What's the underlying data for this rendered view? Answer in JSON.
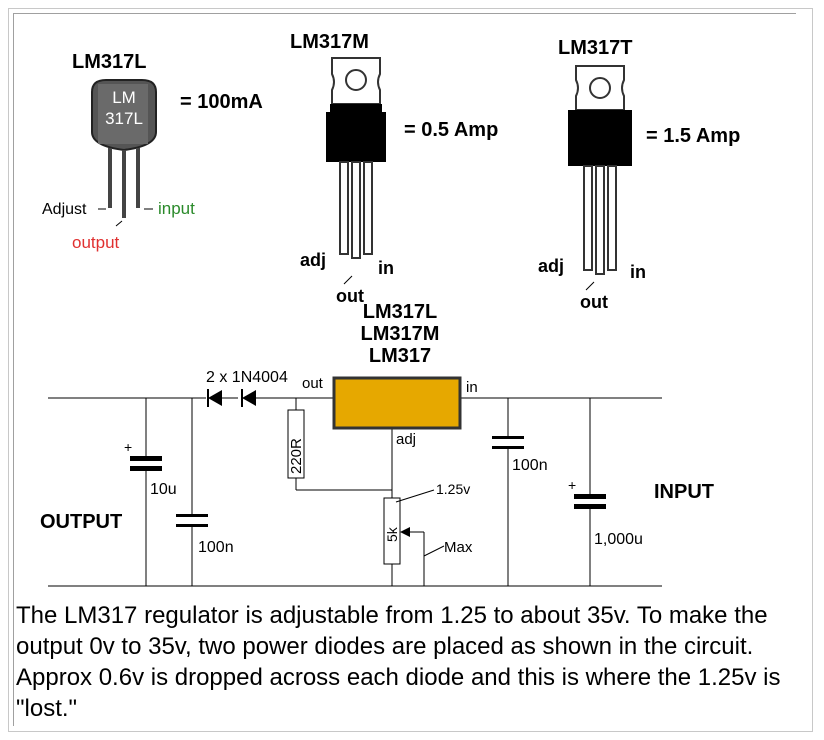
{
  "packages": {
    "lm317l": {
      "title": "LM317L",
      "body_line1": "LM",
      "body_line2": "317L",
      "rating": "= 100mA",
      "pin_adjust": "Adjust",
      "pin_input": "input",
      "pin_output": "output"
    },
    "lm317m": {
      "title": "LM317M",
      "rating": "= 0.5 Amp",
      "pin_adj": "adj",
      "pin_in": "in",
      "pin_out": "out"
    },
    "lm317t": {
      "title": "LM317T",
      "rating": "= 1.5 Amp",
      "pin_adj": "adj",
      "pin_in": "in",
      "pin_out": "out"
    }
  },
  "circuit": {
    "regulator_labels": [
      "LM317L",
      "LM317M",
      "LM317"
    ],
    "regulator_pin_out": "out",
    "regulator_pin_in": "in",
    "regulator_pin_adj": "adj",
    "diodes": "2 x 1N4004",
    "resistor": "220R",
    "pot": "5k",
    "pot_min": "1.25v",
    "pot_max": "Max",
    "cap_out_electrolytic": "10u",
    "cap_out_ceramic": "100n",
    "cap_in_ceramic": "100n",
    "cap_in_electrolytic": "1,000u",
    "plus_sign": "+",
    "output_label": "OUTPUT",
    "input_label": "INPUT"
  },
  "colors": {
    "regulator_fill": "#e6a800",
    "output_text": "#e03030",
    "input_text": "#2a8a2a"
  },
  "caption": "The LM317 regulator is adjustable from 1.25 to about 35v. To make the output 0v to 35v, two power diodes are placed as shown in the circuit. Approx 0.6v is dropped across each diode and this is where the 1.25v is \"lost.\""
}
